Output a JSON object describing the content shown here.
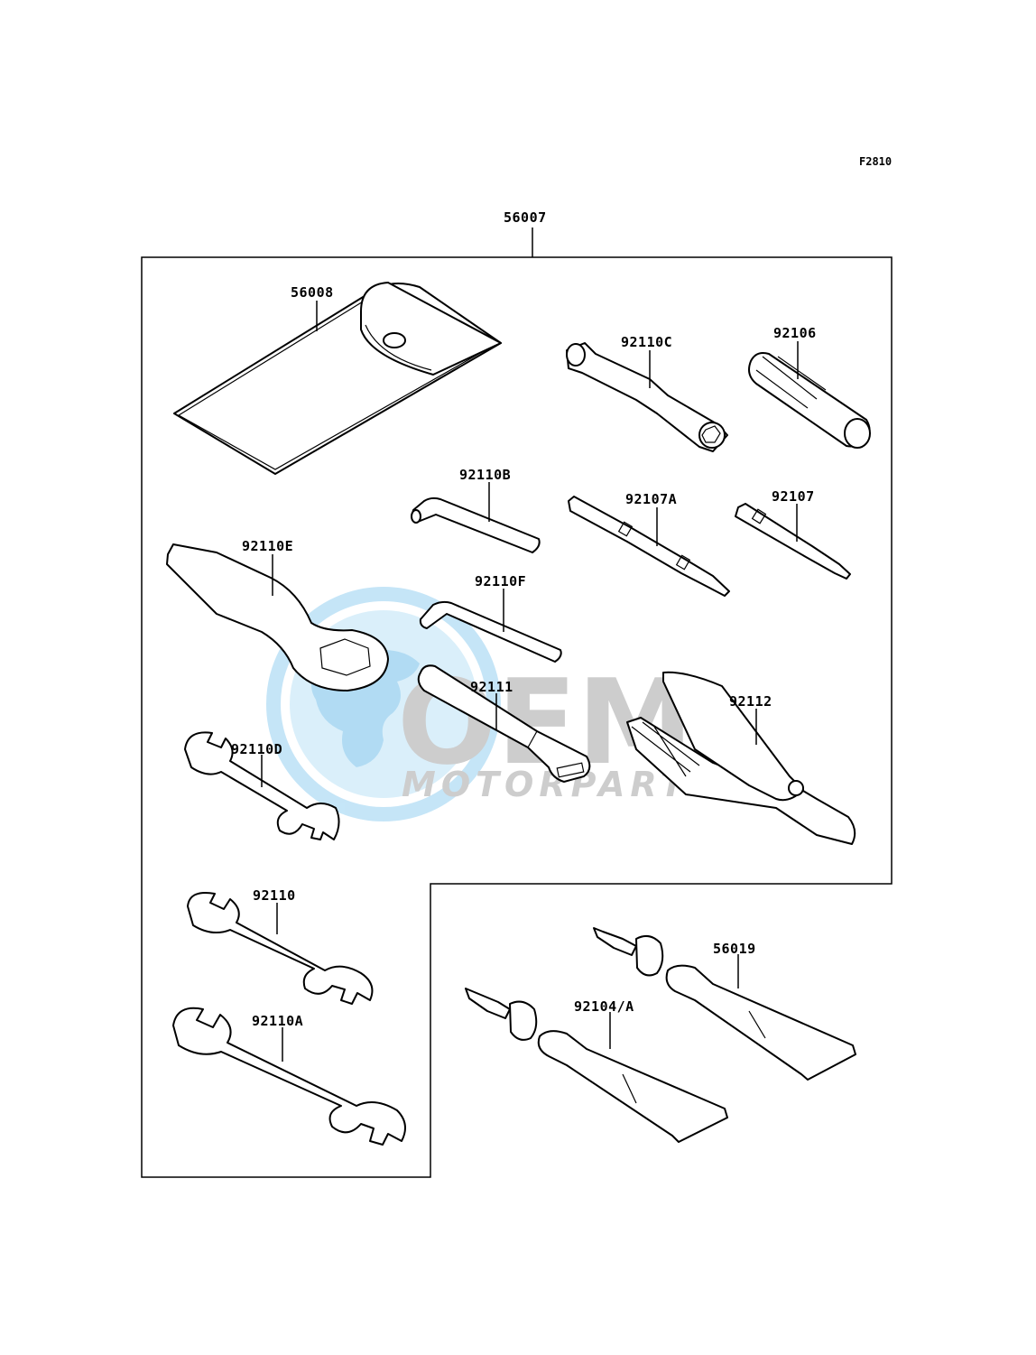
{
  "figure_code": "F2810",
  "assembly_label": "56007",
  "watermark": {
    "brand": "OEM",
    "sub": "MOTORPARTS",
    "color_globe": "#bfe3f7",
    "color_text": "#c8c8c8"
  },
  "parts": [
    {
      "id": "56008",
      "label": "56008"
    },
    {
      "id": "92110C",
      "label": "92110C"
    },
    {
      "id": "92106",
      "label": "92106"
    },
    {
      "id": "92110B",
      "label": "92110B"
    },
    {
      "id": "92107A",
      "label": "92107A"
    },
    {
      "id": "92107",
      "label": "92107"
    },
    {
      "id": "92110E",
      "label": "92110E"
    },
    {
      "id": "92110F",
      "label": "92110F"
    },
    {
      "id": "92111",
      "label": "92111"
    },
    {
      "id": "92112",
      "label": "92112"
    },
    {
      "id": "92110D",
      "label": "92110D"
    },
    {
      "id": "92110",
      "label": "92110"
    },
    {
      "id": "92110A",
      "label": "92110A"
    },
    {
      "id": "56019",
      "label": "56019"
    },
    {
      "id": "92104A",
      "label": "92104/A"
    }
  ]
}
